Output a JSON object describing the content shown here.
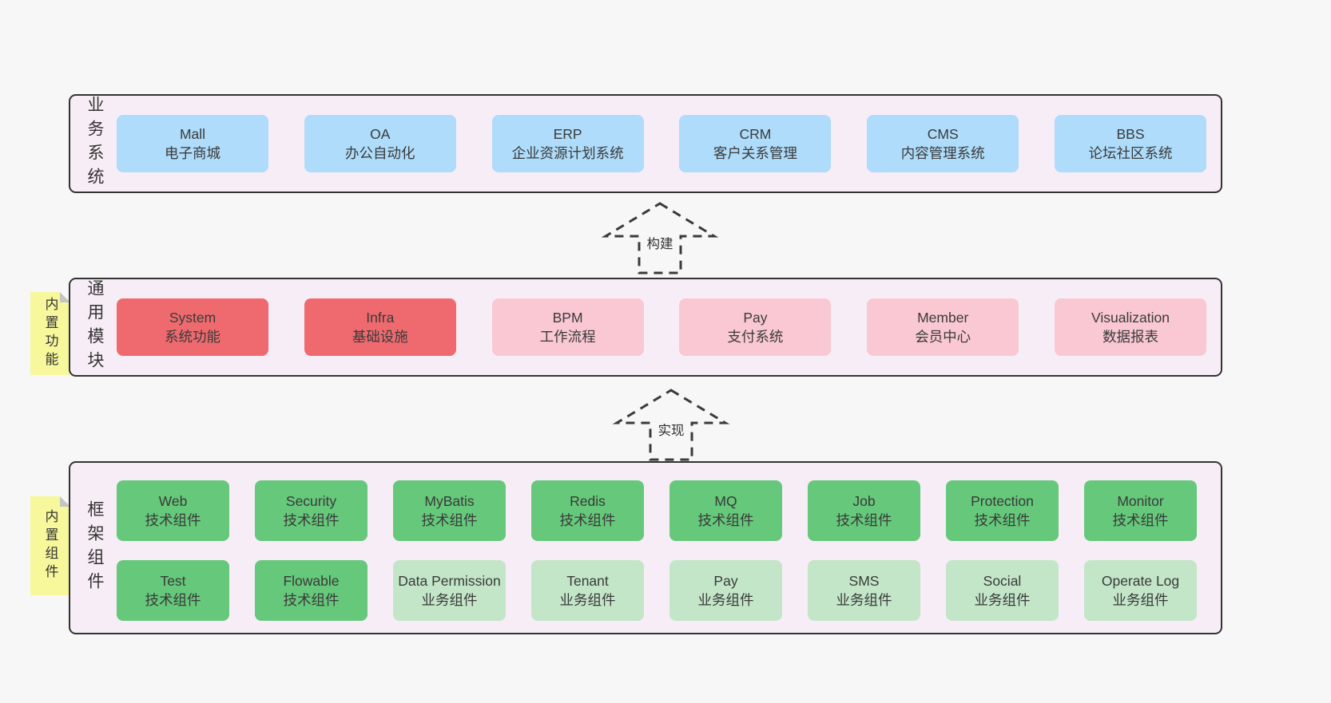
{
  "colors": {
    "page_bg": "#f7f7f7",
    "band_bg": "#f7edf6",
    "band_border": "#333333",
    "blue_box": "#aedcfa",
    "red_box": "#ef6a6e",
    "pink_box": "#f9c8d2",
    "green_box": "#65c87a",
    "green_light_box": "#c3e6c8",
    "note_bg": "#f7f89b",
    "note_fold": "#c4c4c4",
    "text": "#3a3a3a"
  },
  "arrows": [
    {
      "label": "构建"
    },
    {
      "label": "实现"
    }
  ],
  "bands": [
    {
      "label": "业务系统",
      "boxes": [
        {
          "title": "Mall",
          "subtitle": "电子商城"
        },
        {
          "title": "OA",
          "subtitle": "办公自动化"
        },
        {
          "title": "ERP",
          "subtitle": "企业资源计划系统"
        },
        {
          "title": "CRM",
          "subtitle": "客户关系管理"
        },
        {
          "title": "CMS",
          "subtitle": "内容管理系统"
        },
        {
          "title": "BBS",
          "subtitle": "论坛社区系统"
        }
      ]
    },
    {
      "label": "通用模块",
      "note": "内置功能",
      "boxes": [
        {
          "title": "System",
          "subtitle": "系统功能"
        },
        {
          "title": "Infra",
          "subtitle": "基础设施"
        },
        {
          "title": "BPM",
          "subtitle": "工作流程"
        },
        {
          "title": "Pay",
          "subtitle": "支付系统"
        },
        {
          "title": "Member",
          "subtitle": "会员中心"
        },
        {
          "title": "Visualization",
          "subtitle": "数据报表"
        }
      ]
    },
    {
      "label": "框架组件",
      "note": "内置组件",
      "rows": [
        [
          {
            "title": "Web",
            "subtitle": "技术组件"
          },
          {
            "title": "Security",
            "subtitle": "技术组件"
          },
          {
            "title": "MyBatis",
            "subtitle": "技术组件"
          },
          {
            "title": "Redis",
            "subtitle": "技术组件"
          },
          {
            "title": "MQ",
            "subtitle": "技术组件"
          },
          {
            "title": "Job",
            "subtitle": "技术组件"
          },
          {
            "title": "Protection",
            "subtitle": "技术组件"
          },
          {
            "title": "Monitor",
            "subtitle": "技术组件"
          }
        ],
        [
          {
            "title": "Test",
            "subtitle": "技术组件"
          },
          {
            "title": "Flowable",
            "subtitle": "技术组件"
          },
          {
            "title": "Data Permission",
            "subtitle": "业务组件"
          },
          {
            "title": "Tenant",
            "subtitle": "业务组件"
          },
          {
            "title": "Pay",
            "subtitle": "业务组件"
          },
          {
            "title": "SMS",
            "subtitle": "业务组件"
          },
          {
            "title": "Social",
            "subtitle": "业务组件"
          },
          {
            "title": "Operate Log",
            "subtitle": "业务组件"
          }
        ]
      ]
    }
  ]
}
